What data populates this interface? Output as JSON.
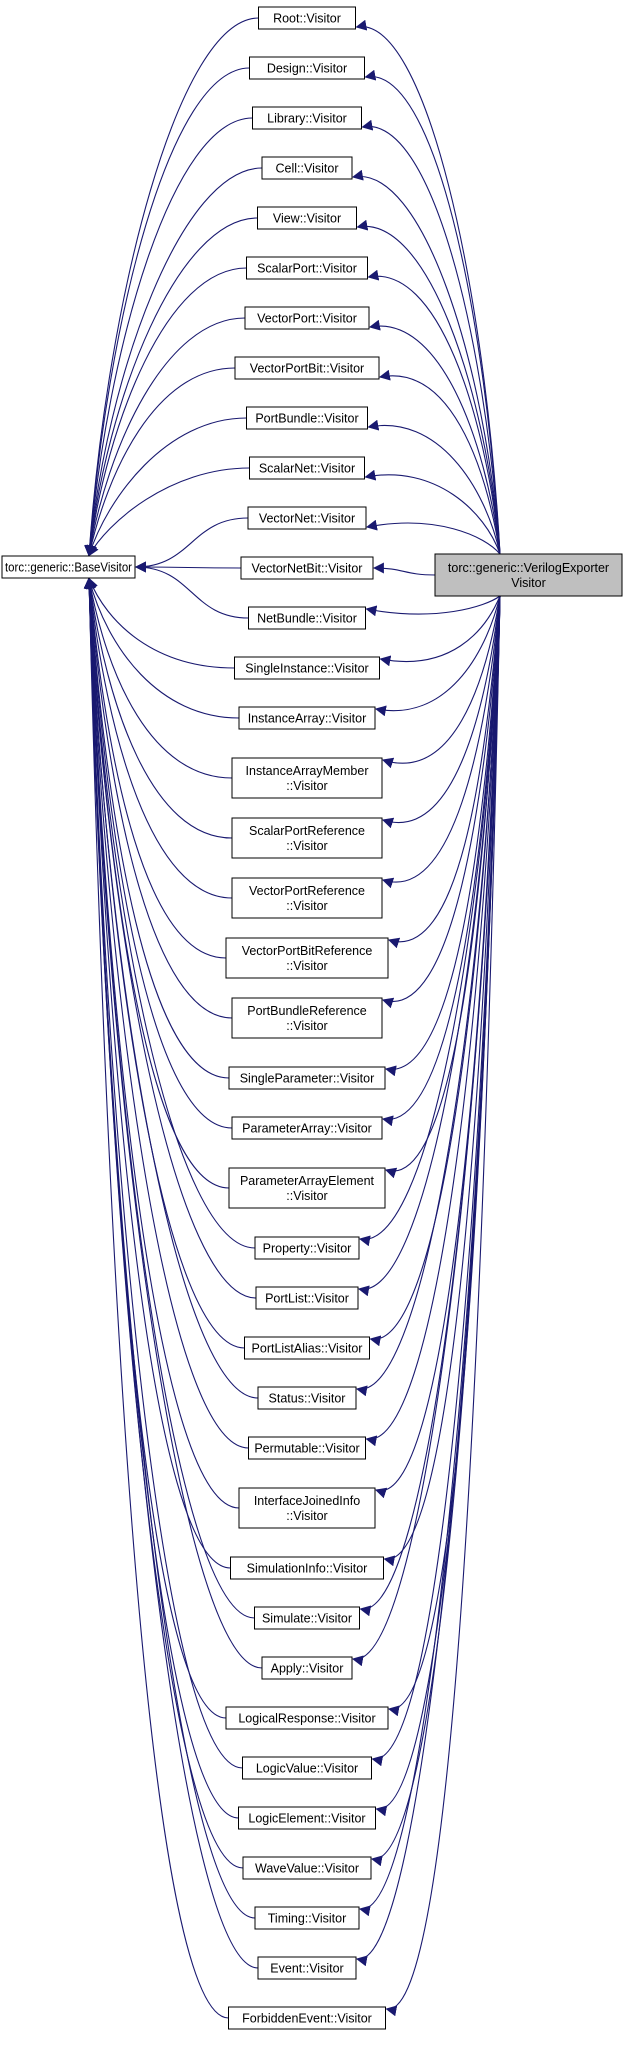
{
  "base": {
    "label": "torc::generic::BaseVisitor"
  },
  "derived": {
    "lines": [
      "torc::generic::VerilogExporter",
      "Visitor"
    ]
  },
  "nodes": [
    {
      "lines": [
        "Root::Visitor"
      ]
    },
    {
      "lines": [
        "Design::Visitor"
      ]
    },
    {
      "lines": [
        "Library::Visitor"
      ]
    },
    {
      "lines": [
        "Cell::Visitor"
      ]
    },
    {
      "lines": [
        "View::Visitor"
      ]
    },
    {
      "lines": [
        "ScalarPort::Visitor"
      ]
    },
    {
      "lines": [
        "VectorPort::Visitor"
      ]
    },
    {
      "lines": [
        "VectorPortBit::Visitor"
      ]
    },
    {
      "lines": [
        "PortBundle::Visitor"
      ]
    },
    {
      "lines": [
        "ScalarNet::Visitor"
      ]
    },
    {
      "lines": [
        "VectorNet::Visitor"
      ]
    },
    {
      "lines": [
        "VectorNetBit::Visitor"
      ]
    },
    {
      "lines": [
        "NetBundle::Visitor"
      ]
    },
    {
      "lines": [
        "SingleInstance::Visitor"
      ]
    },
    {
      "lines": [
        "InstanceArray::Visitor"
      ]
    },
    {
      "lines": [
        "InstanceArrayMember",
        "::Visitor"
      ]
    },
    {
      "lines": [
        "ScalarPortReference",
        "::Visitor"
      ]
    },
    {
      "lines": [
        "VectorPortReference",
        "::Visitor"
      ]
    },
    {
      "lines": [
        "VectorPortBitReference",
        "::Visitor"
      ]
    },
    {
      "lines": [
        "PortBundleReference",
        "::Visitor"
      ]
    },
    {
      "lines": [
        "SingleParameter::Visitor"
      ]
    },
    {
      "lines": [
        "ParameterArray::Visitor"
      ]
    },
    {
      "lines": [
        "ParameterArrayElement",
        "::Visitor"
      ]
    },
    {
      "lines": [
        "Property::Visitor"
      ]
    },
    {
      "lines": [
        "PortList::Visitor"
      ]
    },
    {
      "lines": [
        "PortListAlias::Visitor"
      ]
    },
    {
      "lines": [
        "Status::Visitor"
      ]
    },
    {
      "lines": [
        "Permutable::Visitor"
      ]
    },
    {
      "lines": [
        "InterfaceJoinedInfo",
        "::Visitor"
      ]
    },
    {
      "lines": [
        "SimulationInfo::Visitor"
      ]
    },
    {
      "lines": [
        "Simulate::Visitor"
      ]
    },
    {
      "lines": [
        "Apply::Visitor"
      ]
    },
    {
      "lines": [
        "LogicalResponse::Visitor"
      ]
    },
    {
      "lines": [
        "LogicValue::Visitor"
      ]
    },
    {
      "lines": [
        "LogicElement::Visitor"
      ]
    },
    {
      "lines": [
        "WaveValue::Visitor"
      ]
    },
    {
      "lines": [
        "Timing::Visitor"
      ]
    },
    {
      "lines": [
        "Event::Visitor"
      ]
    },
    {
      "lines": [
        "ForbiddenEvent::Visitor"
      ]
    }
  ],
  "colors": {
    "edge": "#191970",
    "highlight_fill": "#bfbfbf",
    "node_fill": "#ffffff",
    "border": "#000000"
  }
}
